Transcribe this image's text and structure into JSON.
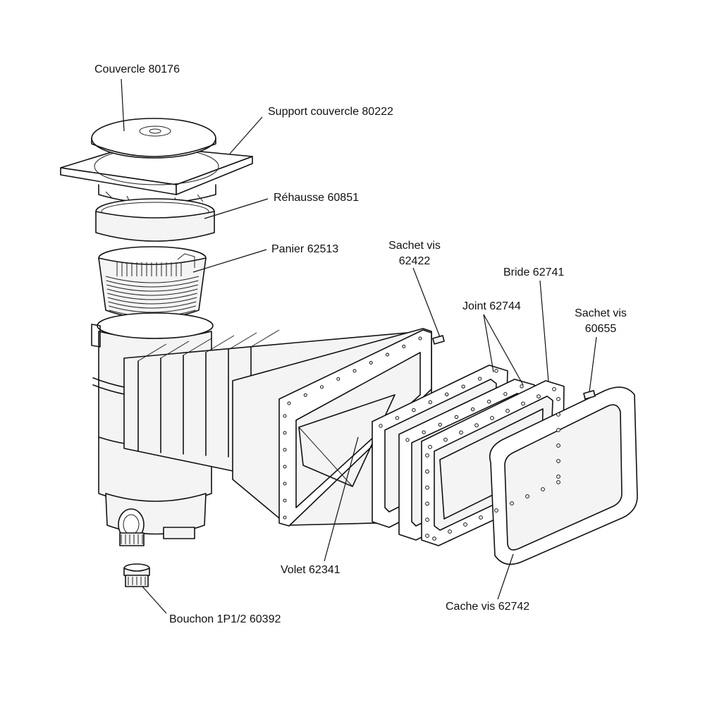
{
  "parts": [
    {
      "id": "couvercle",
      "label": "Couvercle 80176"
    },
    {
      "id": "support-couvercle",
      "label": "Support couvercle 80222"
    },
    {
      "id": "rehausse",
      "label": "Réhausse 60851"
    },
    {
      "id": "panier",
      "label": "Panier 62513"
    },
    {
      "id": "sachet-vis-62422",
      "label_line1": "Sachet vis",
      "label_line2": "62422"
    },
    {
      "id": "bride",
      "label": "Bride 62741"
    },
    {
      "id": "joint",
      "label": "Joint 62744"
    },
    {
      "id": "sachet-vis-60655",
      "label_line1": "Sachet vis",
      "label_line2": "60655"
    },
    {
      "id": "volet",
      "label": "Volet 62341"
    },
    {
      "id": "cache-vis",
      "label": "Cache vis 62742"
    },
    {
      "id": "bouchon",
      "label": "Bouchon 1P1/2 60392"
    }
  ]
}
